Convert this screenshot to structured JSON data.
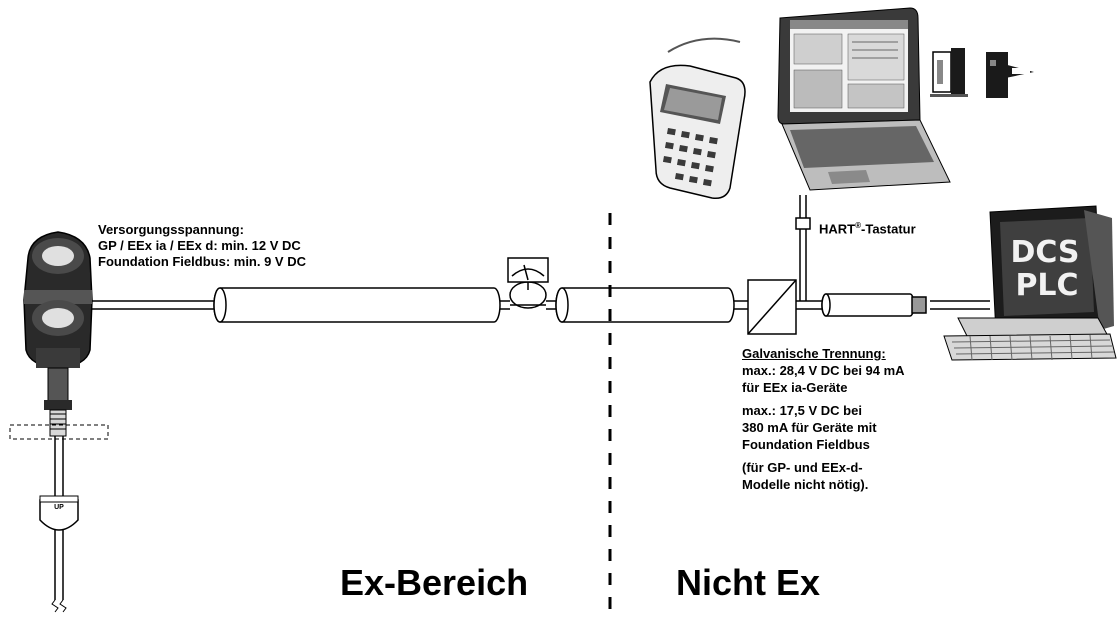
{
  "supply": {
    "heading": "Versorgungsspannung:",
    "line1": "GP / EEx ia / EEx d: min. 12 V DC",
    "line2": "Foundation Fieldbus: min. 9 V DC"
  },
  "hart": {
    "label": "HART",
    "reg": "®",
    "suffix": "-Tastatur"
  },
  "isolation": {
    "heading": "Galvanische Trennung:",
    "line1": "max.: 28,4 V DC bei 94 mA",
    "line2": "für EEx ia-Geräte",
    "line3": "max.: 17,5 V DC bei",
    "line4": "380 mA für Geräte mit",
    "line5": "Foundation Fieldbus",
    "line6": "(für GP- und EEx-d-",
    "line7": "Modelle nicht nötig)."
  },
  "areas": {
    "ex": "Ex-Bereich",
    "nonex": "Nicht Ex"
  },
  "monitor": {
    "line1": "DCS",
    "line2": "PLC"
  },
  "float_label": "UP"
}
